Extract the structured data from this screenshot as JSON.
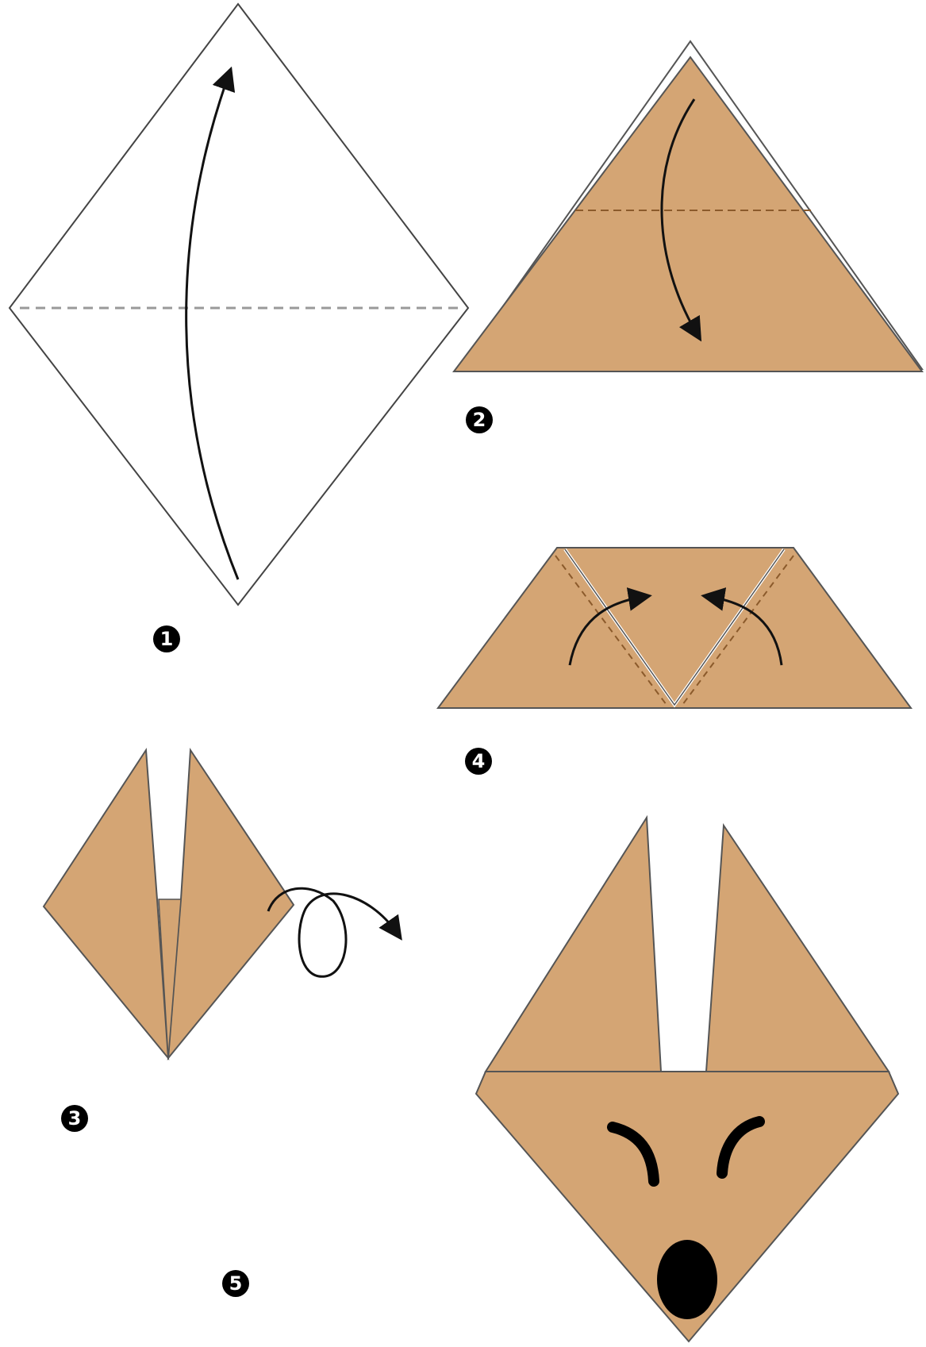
{
  "colors": {
    "paper": "#d4a574",
    "outline": "#333333",
    "fold_line": "#8b5a2b",
    "fold_line_white": "#999999",
    "arrow": "#111111",
    "face": "#000000",
    "background": "#ffffff"
  },
  "steps": [
    {
      "number": "1",
      "action": "fold-up"
    },
    {
      "number": "2",
      "action": "fold-down"
    },
    {
      "number": "3",
      "action": "turn-over"
    },
    {
      "number": "4",
      "action": "fold-sides-up"
    },
    {
      "number": "5",
      "action": "draw-face"
    }
  ]
}
